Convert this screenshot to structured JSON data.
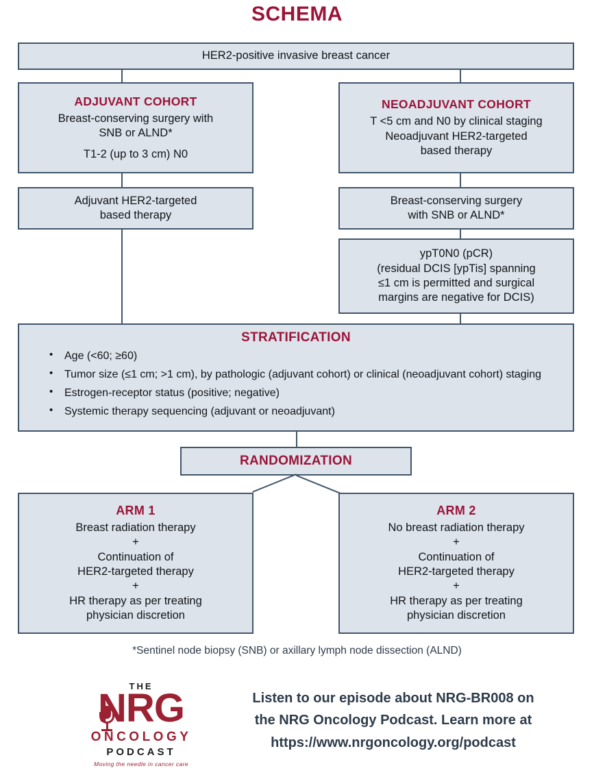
{
  "title": "SCHEMA",
  "colors": {
    "accent": "#9c1338",
    "box_fill": "#dce3eb",
    "box_border": "#41556a",
    "footer_text": "#2d3b4a",
    "logo_red": "#9c2233"
  },
  "top_box": {
    "text": "HER2-positive invasive breast cancer"
  },
  "adjuvant_cohort": {
    "header": "ADJUVANT COHORT",
    "lines": [
      "Breast-conserving surgery with",
      "SNB or ALND*"
    ],
    "lines2": [
      "T1-2 (up to 3 cm) N0"
    ]
  },
  "neoadjuvant_cohort": {
    "header": "NEOADJUVANT COHORT",
    "lines": [
      "T <5 cm and N0 by clinical staging",
      "Neoadjuvant HER2-targeted",
      "based therapy"
    ]
  },
  "adjuvant_therapy": {
    "lines": [
      "Adjuvant HER2-targeted",
      "based therapy"
    ]
  },
  "neoadjuvant_surgery": {
    "lines": [
      "Breast-conserving surgery",
      "with SNB or ALND*"
    ]
  },
  "pcr_box": {
    "lines": [
      "ypT0N0 (pCR)",
      "(residual DCIS [ypTis] spanning",
      "≤1 cm is permitted and surgical",
      "margins are negative for DCIS)"
    ]
  },
  "stratification": {
    "header": "STRATIFICATION",
    "items": [
      "Age (<60; ≥60)",
      "Tumor size (≤1 cm; >1 cm), by pathologic (adjuvant cohort) or clinical (neoadjuvant cohort) staging",
      "Estrogen-receptor status (positive; negative)",
      "Systemic therapy sequencing (adjuvant or neoadjuvant)"
    ]
  },
  "randomization": {
    "header": "RANDOMIZATION"
  },
  "arm1": {
    "header": "ARM 1",
    "lines": [
      "Breast radiation therapy",
      "+",
      "Continuation of",
      "HER2-targeted therapy",
      "+",
      "HR therapy as per treating",
      "physician discretion"
    ]
  },
  "arm2": {
    "header": "ARM 2",
    "lines": [
      "No breast radiation therapy",
      "+",
      "Continuation of",
      "HER2-targeted therapy",
      "+",
      "HR therapy as per treating",
      "physician discretion"
    ]
  },
  "footnote": "*Sentinel node biopsy (SNB) or axillary lymph node dissection (ALND)",
  "footer": {
    "lines": [
      "Listen to our episode about NRG-BR008 on",
      "the NRG Oncology Podcast. Learn more at",
      "https://www.nrgoncology.org/podcast"
    ]
  },
  "logo": {
    "the": "THE",
    "nrg": "NRG",
    "oncology": "ONCOLOGY",
    "podcast": "PODCAST",
    "tagline": "Moving the needle in cancer care"
  }
}
